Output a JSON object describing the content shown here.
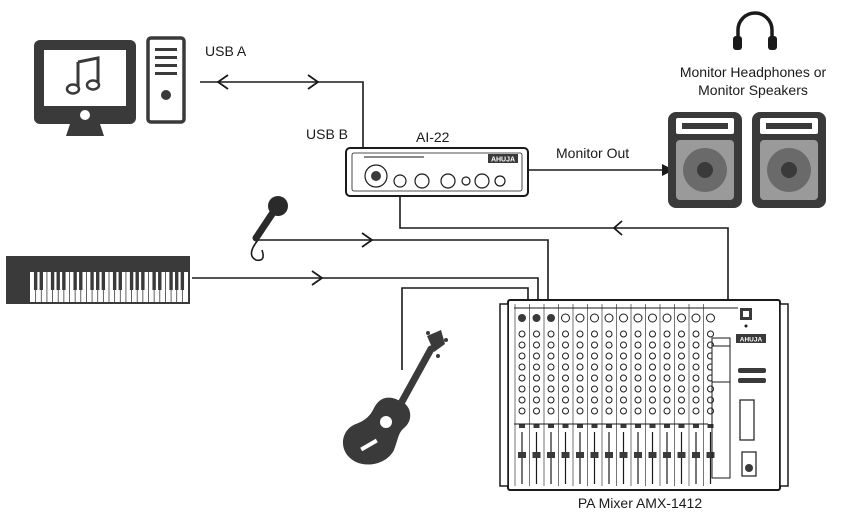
{
  "labels": {
    "usb_a": "USB A",
    "usb_b": "USB B",
    "interface_name": "AI-22",
    "monitor_out": "Monitor Out",
    "monitor_line1": "Monitor Headphones or",
    "monitor_line2": "Monitor Speakers",
    "mixer_name": "PA Mixer AMX-1412",
    "interface_brand": "AHUJA",
    "mixer_brand": "AHUJA"
  },
  "icons": {
    "computer": "desktop-computer-icon",
    "music": "music-note-icon",
    "headphones": "headphones-icon",
    "speaker": "pa-speaker-icon",
    "microphone": "microphone-icon",
    "keyboard": "keyboard-instrument-icon",
    "guitar": "acoustic-guitar-icon",
    "mixer": "mixer-console-icon",
    "interface": "audio-interface-icon"
  },
  "colors": {
    "line": "#1a1a1a",
    "dark_fill": "#3a3a3a",
    "background": "#ffffff"
  }
}
